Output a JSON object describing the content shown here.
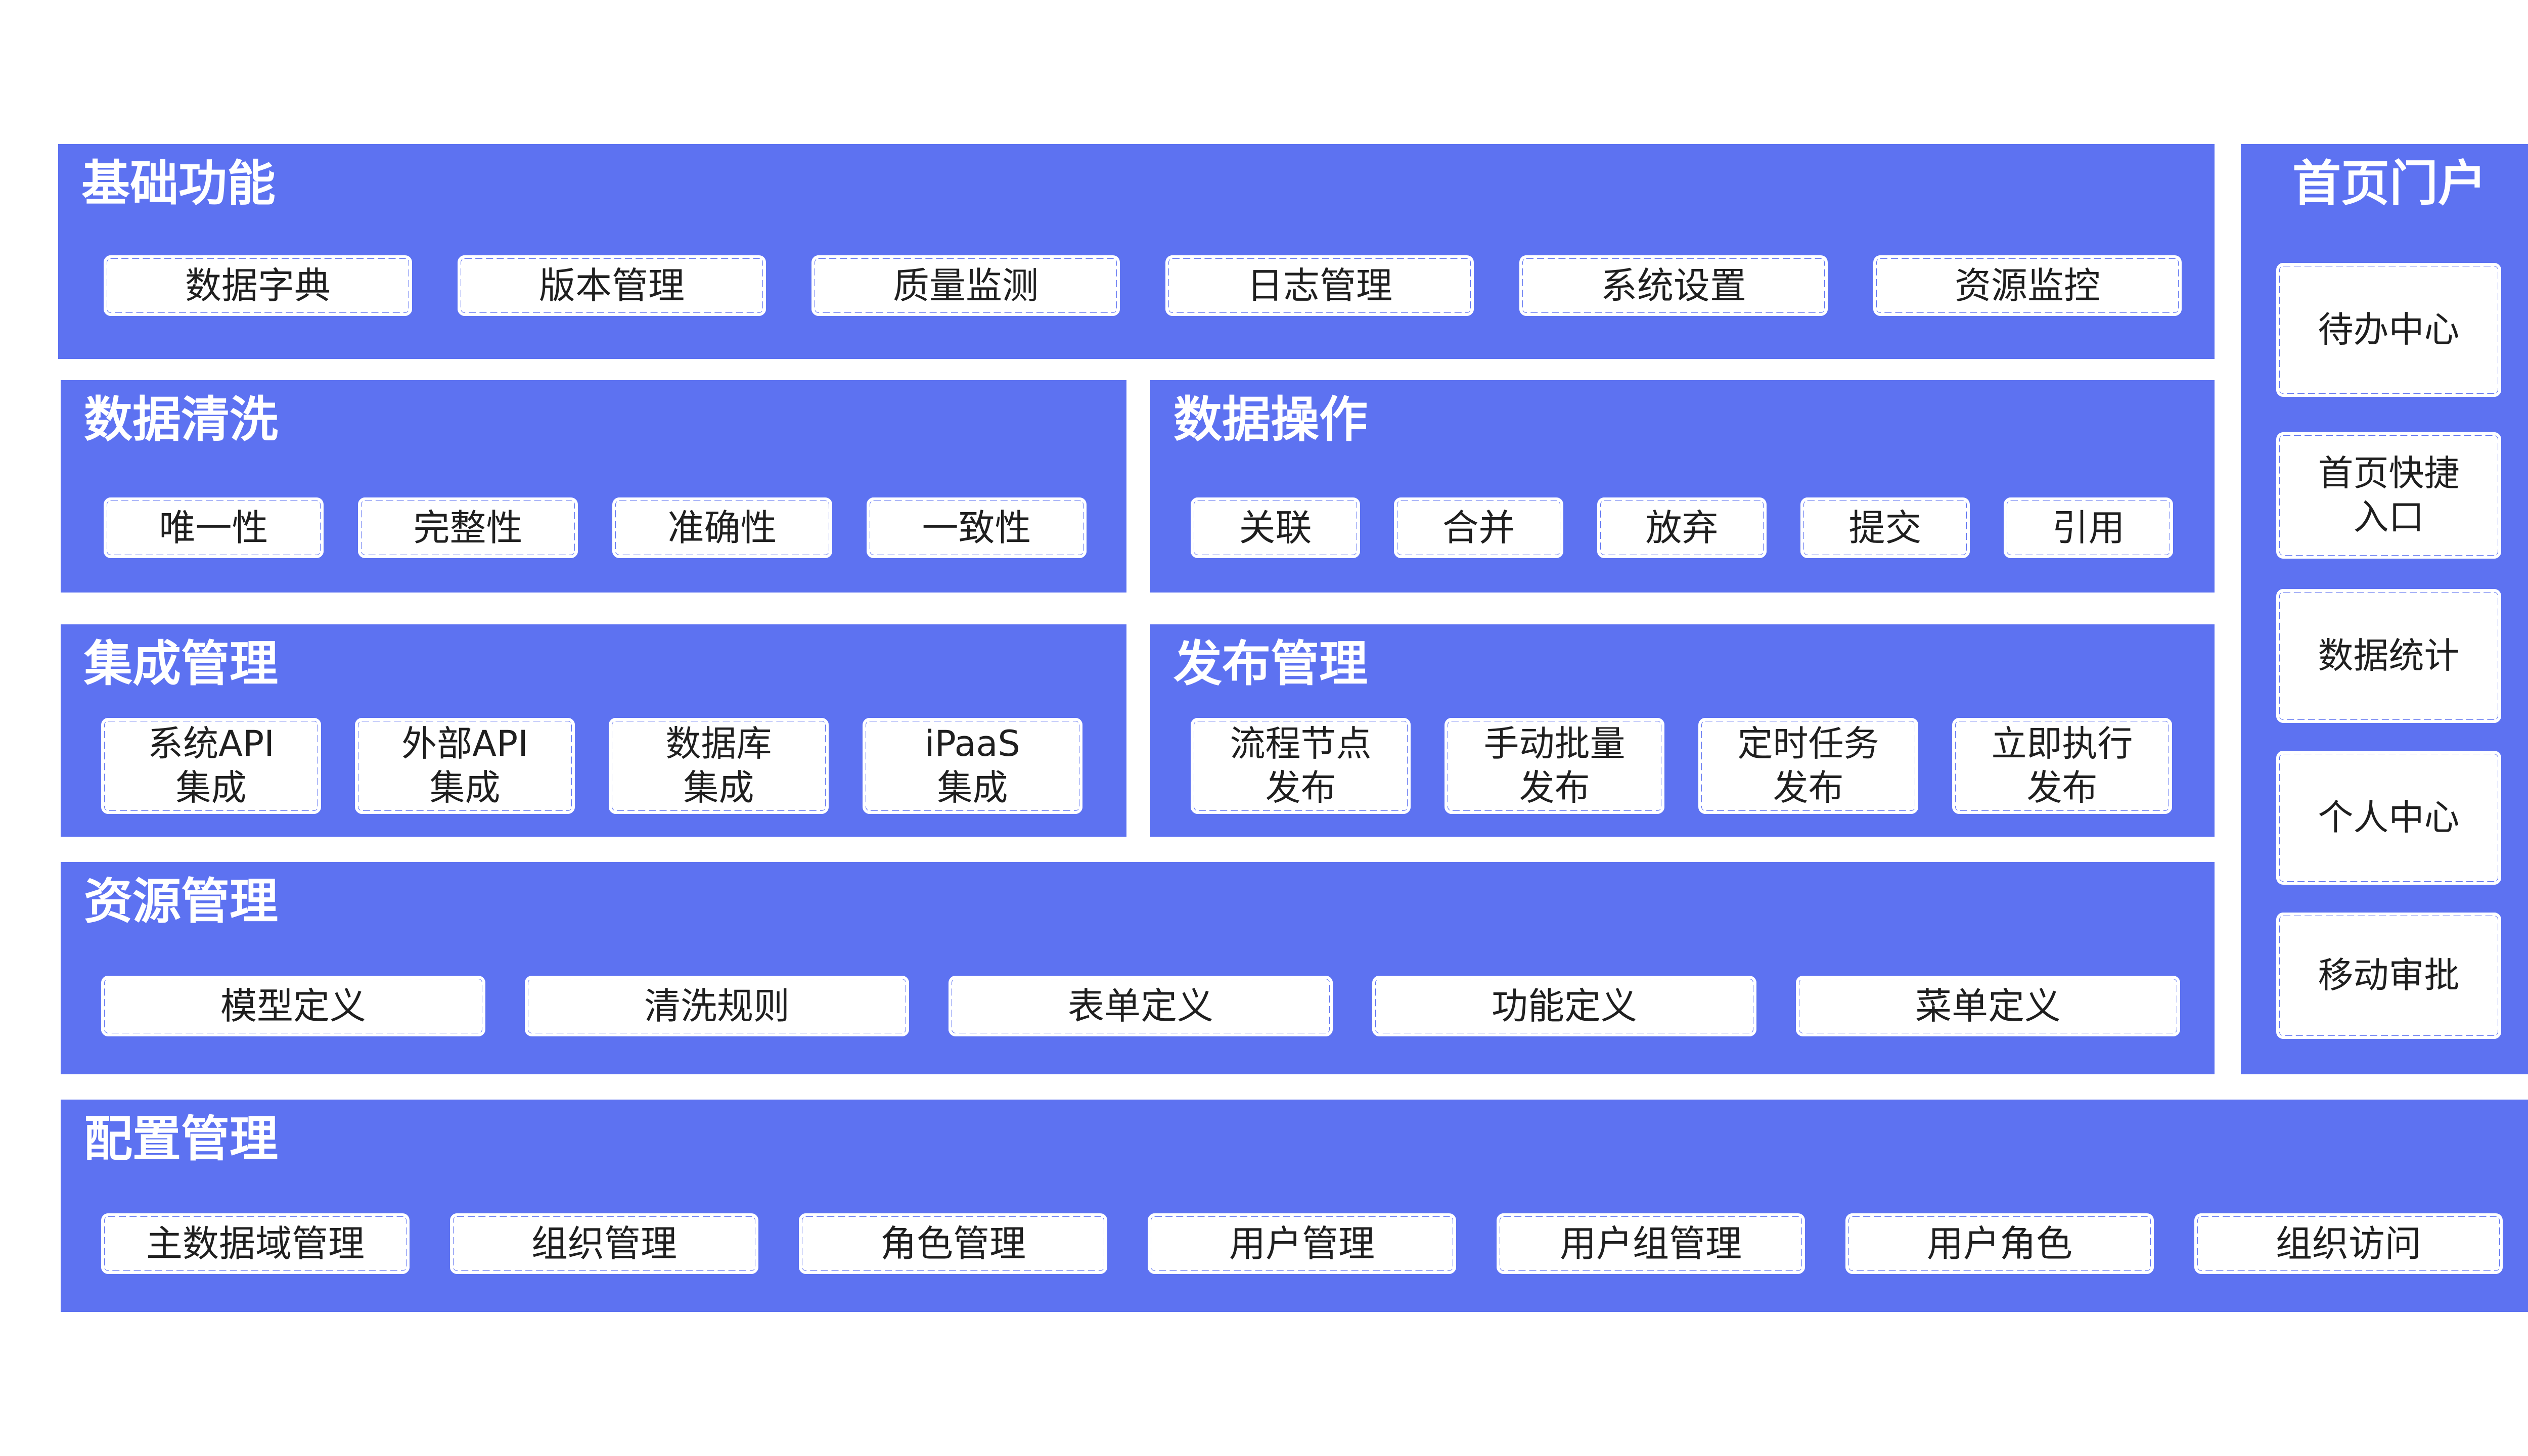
{
  "panels": {
    "basic": {
      "title": "基础功能",
      "items": [
        "数据字典",
        "版本管理",
        "质量监测",
        "日志管理",
        "系统设置",
        "资源监控"
      ]
    },
    "cleaning": {
      "title": "数据清洗",
      "items": [
        "唯一性",
        "完整性",
        "准确性",
        "一致性"
      ]
    },
    "operations": {
      "title": "数据操作",
      "items": [
        "关联",
        "合并",
        "放弃",
        "提交",
        "引用"
      ]
    },
    "integration": {
      "title": "集成管理",
      "items": [
        "系统API\n集成",
        "外部API\n集成",
        "数据库\n集成",
        "iPaaS\n集成"
      ]
    },
    "publish": {
      "title": "发布管理",
      "items": [
        "流程节点\n发布",
        "手动批量\n发布",
        "定时任务\n发布",
        "立即执行\n发布"
      ]
    },
    "resource": {
      "title": "资源管理",
      "items": [
        "模型定义",
        "清洗规则",
        "表单定义",
        "功能定义",
        "菜单定义"
      ]
    },
    "config": {
      "title": "配置管理",
      "items": [
        "主数据域管理",
        "组织管理",
        "角色管理",
        "用户管理",
        "用户组管理",
        "用户角色",
        "组织访问"
      ]
    },
    "portal": {
      "title": "首页门户",
      "items": [
        "待办中心",
        "首页快捷\n入口",
        "数据统计",
        "个人中心",
        "移动审批"
      ]
    }
  },
  "colors": {
    "panel": "#5d72f1",
    "chip_text": "#1f1f1f",
    "background": "#ffffff"
  }
}
